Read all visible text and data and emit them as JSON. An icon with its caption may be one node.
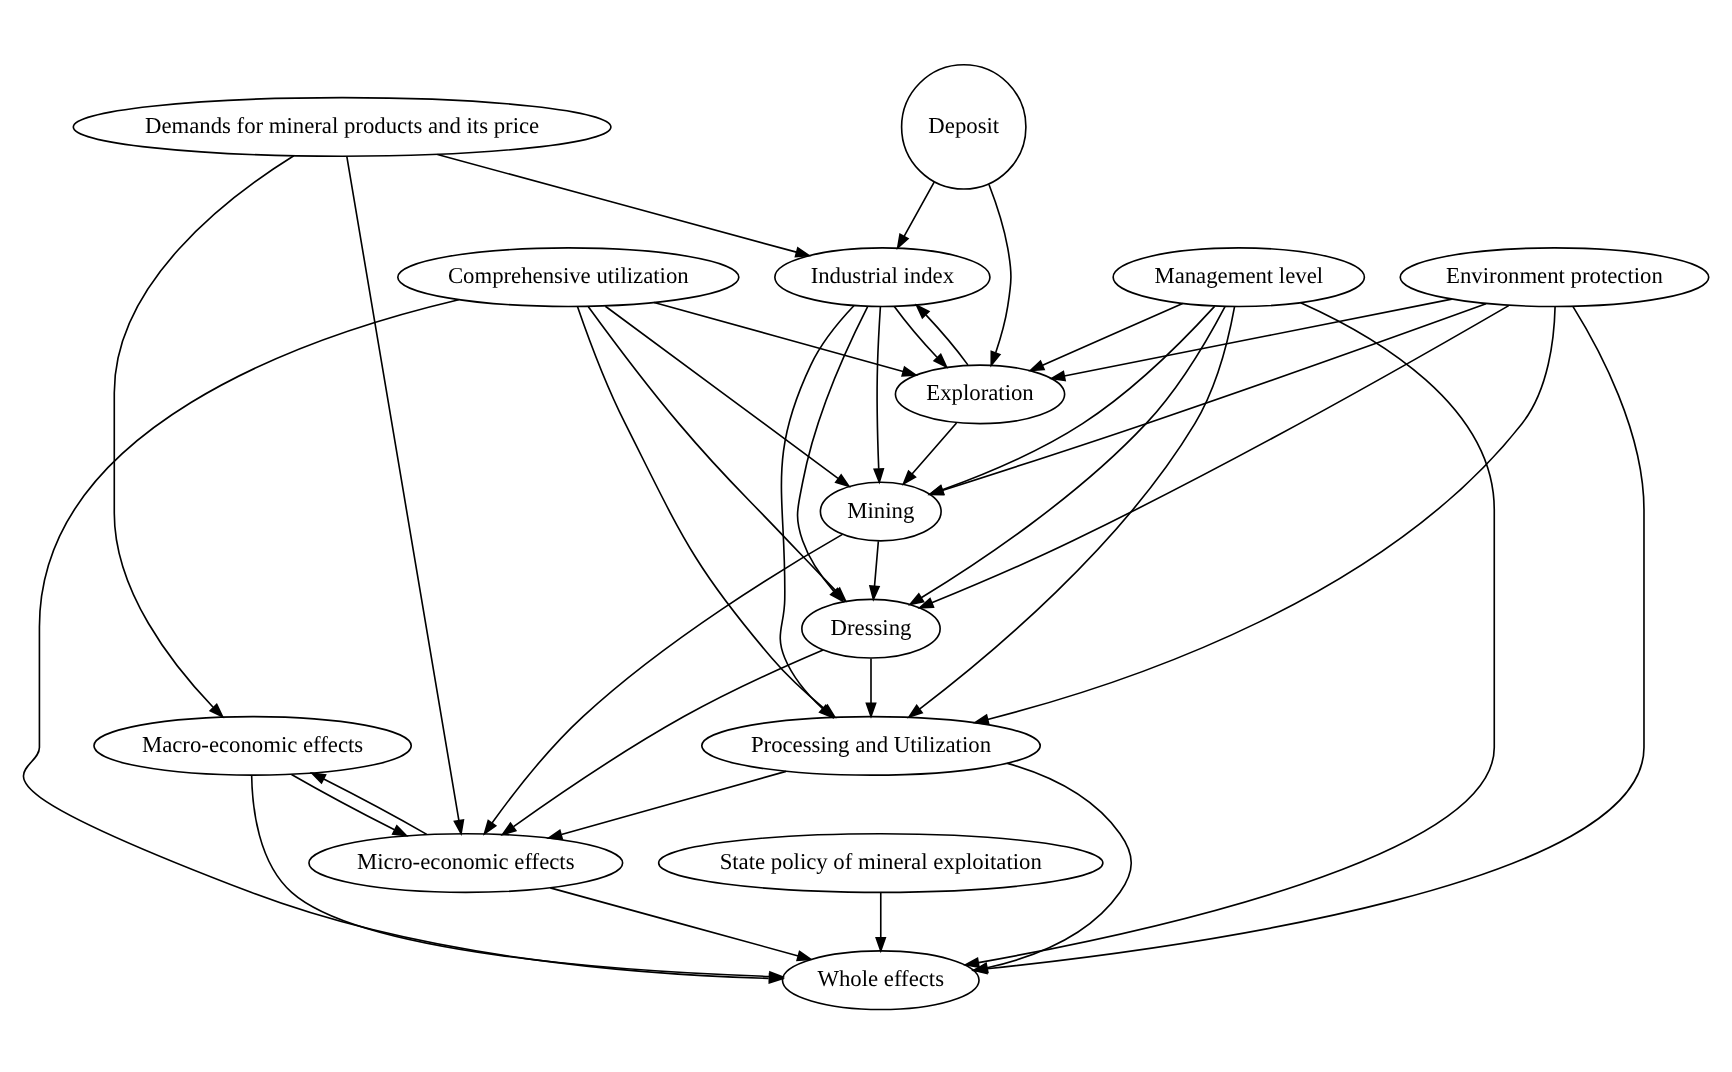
{
  "diagram": {
    "nodes": [
      {
        "text": [
          "Demands for mineral products and its price"
        ]
      },
      {
        "text": [
          "Macro-economic effects"
        ]
      },
      {
        "text": [
          "State policy of mineral exploitation"
        ]
      },
      {
        "text": [
          "Industrial index"
        ]
      },
      {
        "text": [
          "Micro-economic effects"
        ]
      },
      {
        "text": [
          "Deposit"
        ]
      },
      {
        "text": [
          "Exploration"
        ]
      },
      {
        "text": [
          "Mining"
        ]
      },
      {
        "text": [
          "Dressing"
        ]
      },
      {
        "text": [
          "Processing and Utilization"
        ]
      },
      {
        "text": [
          "Whole effects"
        ]
      },
      {
        "text": [
          "Comprehensive utilization"
        ]
      },
      {
        "text": [
          "Environment protection"
        ]
      },
      {
        "text": [
          "Management level"
        ]
      }
    ],
    "edges": [
      {
        "from": 0,
        "to": 1,
        "arrow": "to"
      },
      {
        "from": 0,
        "to": 3,
        "arrow": "to"
      },
      {
        "from": 0,
        "to": 4,
        "arrow": "to"
      },
      {
        "from": 5,
        "to": 3,
        "arrow": "to"
      },
      {
        "from": 5,
        "to": 6,
        "arrow": "to"
      },
      {
        "from": 3,
        "to": 6,
        "arrow": "to"
      },
      {
        "from": 6,
        "to": 3,
        "arrow": "to"
      },
      {
        "from": 3,
        "to": 7,
        "arrow": "to"
      },
      {
        "from": 3,
        "to": 8,
        "arrow": "to"
      },
      {
        "from": 3,
        "to": 9,
        "arrow": "to"
      },
      {
        "from": 4,
        "to": 1,
        "arrow": "to"
      },
      {
        "from": 1,
        "to": 4,
        "arrow": "to"
      },
      {
        "from": 7,
        "to": 4,
        "arrow": "to"
      },
      {
        "from": 8,
        "to": 4,
        "arrow": "to"
      },
      {
        "from": 9,
        "to": 4,
        "arrow": "to"
      },
      {
        "from": 1,
        "to": 10,
        "arrow": "to"
      },
      {
        "from": 4,
        "to": 10,
        "arrow": "to"
      },
      {
        "from": 2,
        "to": 10,
        "arrow": "to"
      },
      {
        "from": 6,
        "to": 7,
        "arrow": "to"
      },
      {
        "from": 7,
        "to": 8,
        "arrow": "to"
      },
      {
        "from": 8,
        "to": 9,
        "arrow": "to"
      },
      {
        "from": 9,
        "to": 10,
        "arrow": "to"
      },
      {
        "from": 11,
        "to": 6,
        "arrow": "to"
      },
      {
        "from": 11,
        "to": 7,
        "arrow": "to"
      },
      {
        "from": 11,
        "to": 8,
        "arrow": "to"
      },
      {
        "from": 11,
        "to": 9,
        "arrow": "to"
      },
      {
        "from": 11,
        "to": 10,
        "arrow": "to"
      },
      {
        "from": 12,
        "to": 6,
        "arrow": "to"
      },
      {
        "from": 12,
        "to": 7,
        "arrow": "to"
      },
      {
        "from": 12,
        "to": 8,
        "arrow": "to"
      },
      {
        "from": 12,
        "to": 9,
        "arrow": "to"
      },
      {
        "from": 12,
        "to": 10,
        "arrow": "to"
      },
      {
        "from": 13,
        "to": 6,
        "arrow": "to"
      },
      {
        "from": 13,
        "to": 7,
        "arrow": "to"
      },
      {
        "from": 13,
        "to": 8,
        "arrow": "to"
      },
      {
        "from": 13,
        "to": 9,
        "arrow": "to"
      },
      {
        "from": 13,
        "to": 10,
        "arrow": "to"
      }
    ]
  }
}
